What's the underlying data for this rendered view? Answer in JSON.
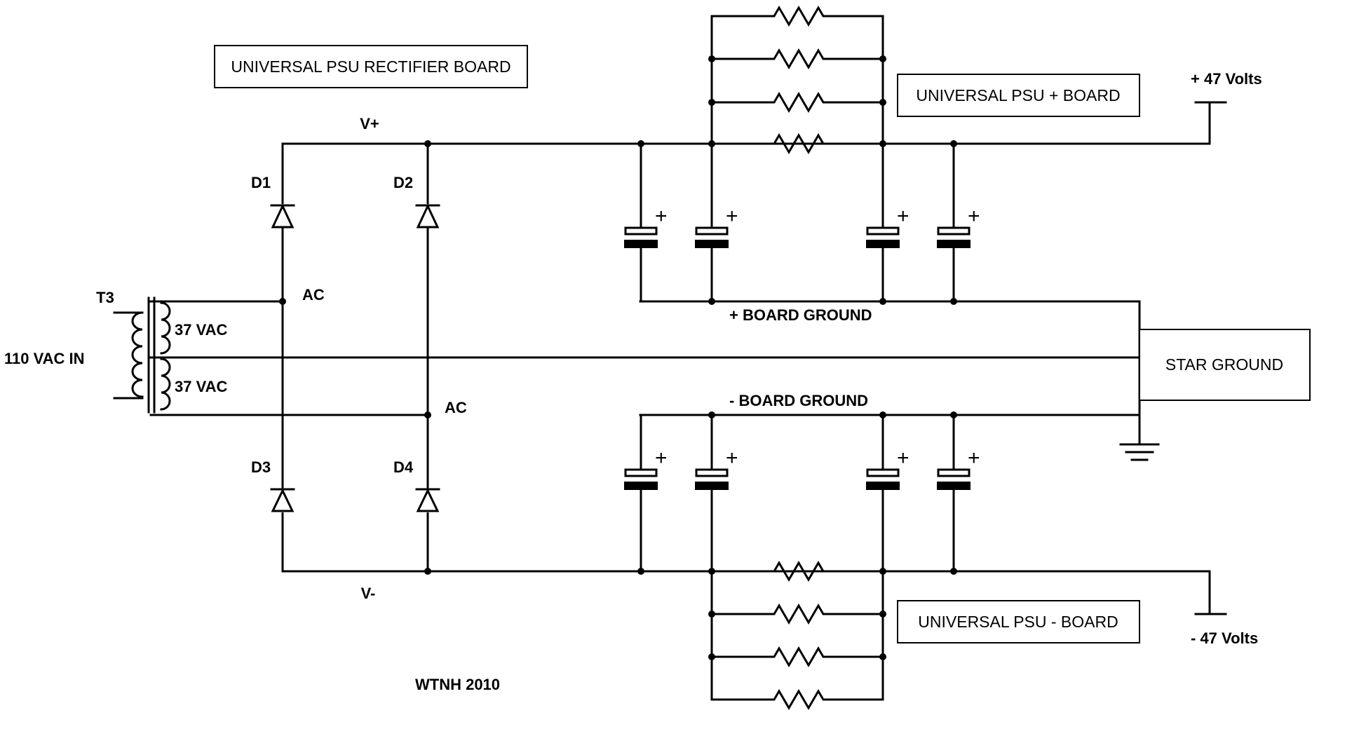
{
  "labels": {
    "rectifier_board": "UNIVERSAL PSU RECTIFIER BOARD",
    "plus_board": "UNIVERSAL PSU + BOARD",
    "minus_board": "UNIVERSAL PSU - BOARD",
    "star_ground": "STAR GROUND",
    "plus_board_ground": "+ BOARD GROUND",
    "minus_board_ground": "- BOARD GROUND",
    "v_plus": "V+",
    "v_minus": "V-",
    "d1": "D1",
    "d2": "D2",
    "d3": "D3",
    "d4": "D4",
    "t3": "T3",
    "vac_in": "110 VAC IN",
    "secondary_top": "37 VAC",
    "secondary_bottom": "37 VAC",
    "ac_top": "AC",
    "ac_bottom": "AC",
    "out_plus": "+ 47 Volts",
    "out_minus": "- 47 Volts",
    "credit": "WTNH 2010"
  },
  "capacitor_polarity_mark": "+"
}
